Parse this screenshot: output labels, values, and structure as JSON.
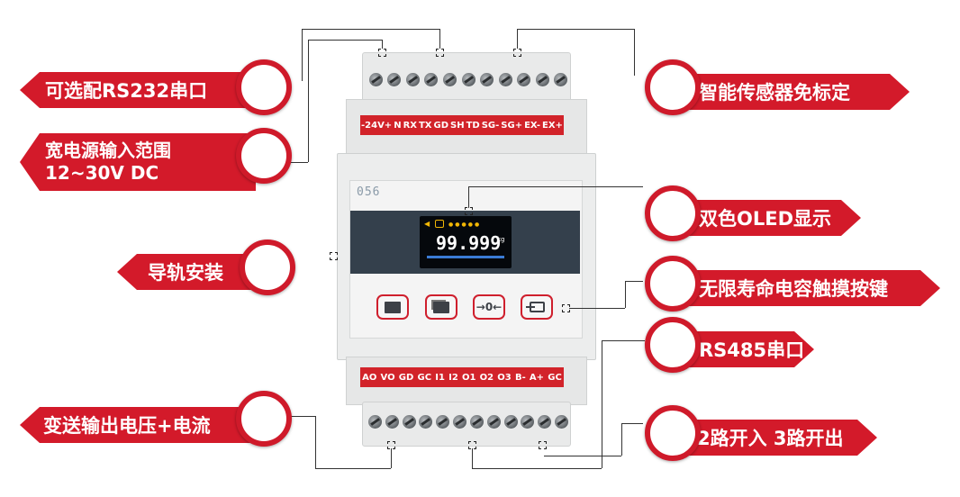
{
  "callouts": {
    "rs232": "可选配RS232串口",
    "power_line1": "宽电源输入范围",
    "power_line2": "12~30V DC",
    "rail": "导轨安装",
    "transmitter": "变送输出电压+电流",
    "smart_sensor": "智能传感器免标定",
    "oled": "双色OLED显示",
    "keys": "无限寿命电容触摸按键",
    "rs485": "RS485串口",
    "io": "2路开入 3路开出"
  },
  "device": {
    "model": "056",
    "top_terminals": [
      "-24V+",
      "N",
      "RX",
      "TX",
      "GD",
      "SH",
      "TD",
      "SG-",
      "SG+",
      "EX-",
      "EX+"
    ],
    "bottom_terminals": [
      "AO",
      "VO",
      "GD",
      "GC",
      "I1",
      "I2",
      "O1",
      "O2",
      "O3",
      "B-",
      "A+",
      "GC"
    ],
    "display": {
      "reading": "99.999",
      "unit": "kg"
    }
  },
  "colors": {
    "accent": "#d31a2a",
    "screen": "#2b3440",
    "reading": "#ffffff",
    "icons": "#f2b705"
  }
}
